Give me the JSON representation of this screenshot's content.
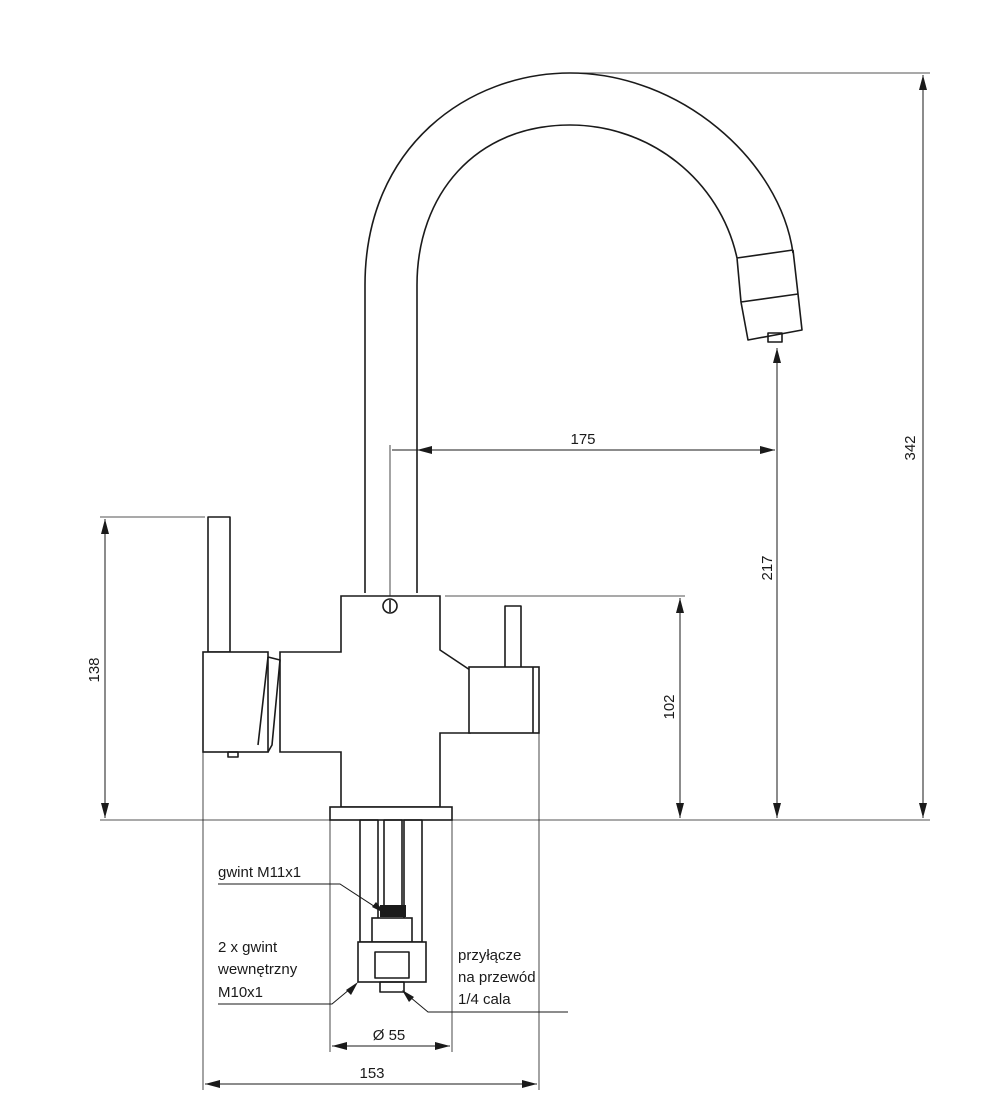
{
  "dimensions": {
    "spout_reach": "175",
    "total_height": "342",
    "spout_outlet_height": "217",
    "body_height": "102",
    "lever_height": "138",
    "base_diameter": "Ø 55",
    "total_width": "153"
  },
  "annotations": {
    "thread_m11": "gwint M11x1",
    "internal_thread": [
      "2 x gwint",
      "wewnętrzny",
      "M10x1"
    ],
    "hose_connector": [
      "przyłącze",
      "na przewód",
      "1/4 cala"
    ]
  }
}
